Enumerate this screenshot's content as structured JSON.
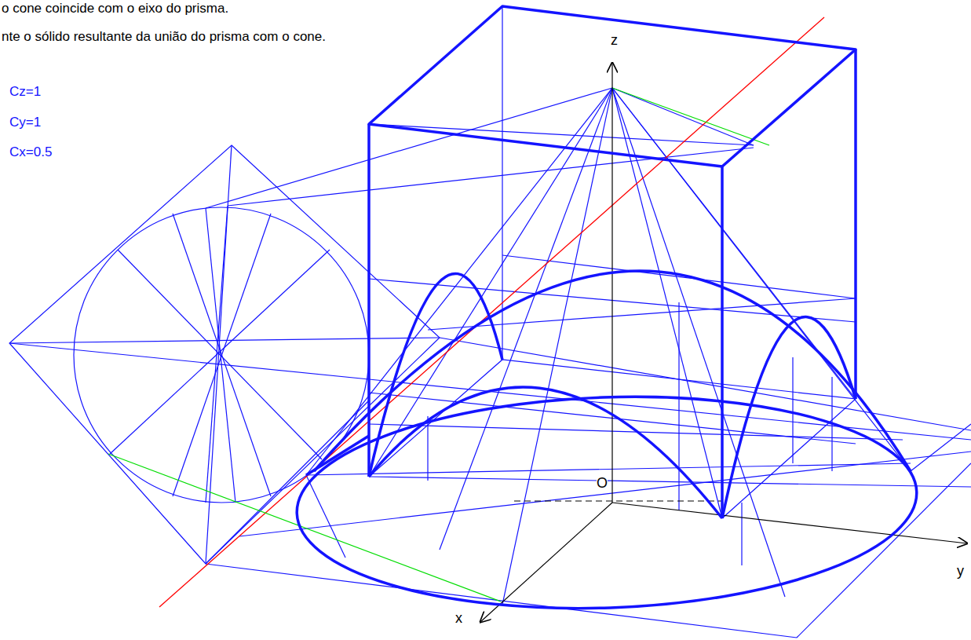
{
  "diagram": {
    "labels": [
      "o cone coincide com o eixo do prisma.",
      "nte o sólido resultante da união do prisma com o cone.",
      "Cz=1",
      "Cy=1",
      "Cx=0.5",
      "z",
      "y",
      "x",
      "O"
    ]
  }
}
